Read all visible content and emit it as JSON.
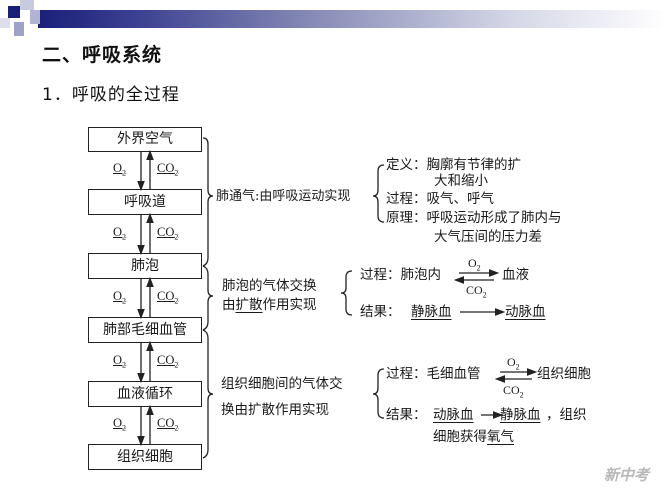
{
  "header": {
    "title": "二、呼吸系统",
    "subtitle": "1．呼吸的全过程",
    "banner_colors": [
      "#1a1f7a",
      "#ffffff"
    ]
  },
  "chain": {
    "boxes": [
      "外界空气",
      "呼吸道",
      "肺泡",
      "肺部毛细血管",
      "血液循环",
      "组织细胞"
    ],
    "down_gas": "O",
    "down_gas_sub": "2",
    "up_gas": "CO",
    "up_gas_sub": "2"
  },
  "ventilation": {
    "label": "肺通气:由呼吸运动实现",
    "definition_label": "定义：",
    "definition_line1": "胸廓有节律的扩",
    "definition_line2": "大和缩小",
    "process_label": "过程：",
    "process_text": "吸气、呼气",
    "principle_label": "原理：",
    "principle_line1": "呼吸运动形成了肺内与",
    "principle_line2": "大气压间的压力差"
  },
  "alveolar_exchange": {
    "label_line1": "肺泡的气体交换",
    "label_line2_pre": "由",
    "label_line2_ul": "扩散",
    "label_line2_post": "作用实现",
    "process_label": "过程：",
    "process_from": "肺泡内",
    "process_to": "血液",
    "arrow_top": "O",
    "arrow_top_sub": "2",
    "arrow_bottom": "CO",
    "arrow_bottom_sub": "2",
    "result_label": "结果：",
    "result_from": "静脉血",
    "result_to": "动脉血"
  },
  "tissue_exchange": {
    "label_line1": "组织细胞间的气体交",
    "label_line2": "换由扩散作用实现",
    "process_label": "过程：",
    "process_from": "毛细血管",
    "process_to": "组织细胞",
    "arrow_top": "O",
    "arrow_top_sub": "2",
    "arrow_bottom": "CO",
    "arrow_bottom_sub": "2",
    "result_label": "结果：",
    "result_from": "动脉血",
    "result_to": "静脉血",
    "result_tail": "，组织",
    "result_line2_pre": "细胞获得",
    "result_line2_ul": "氧气"
  },
  "watermark": "新中考"
}
